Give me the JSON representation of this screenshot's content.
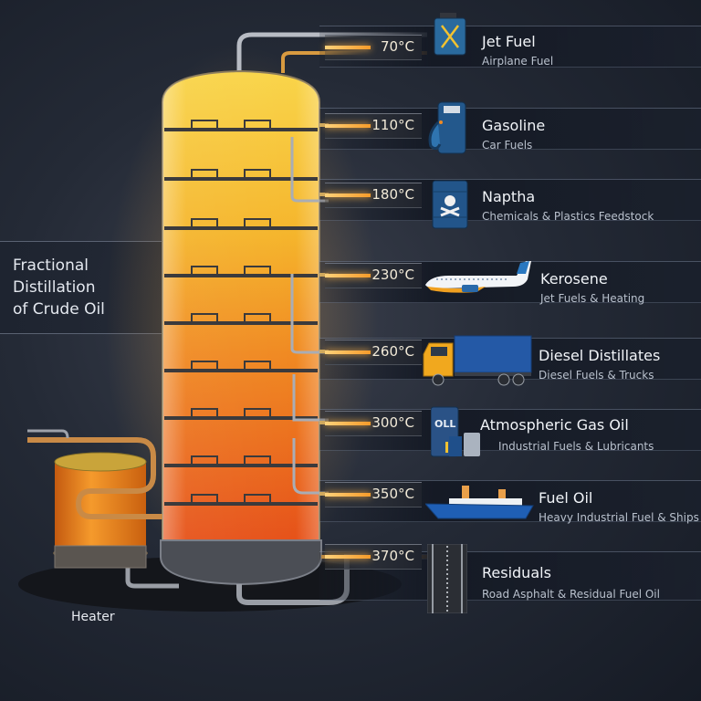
{
  "title": {
    "lines": [
      "Fractional",
      "Distillation",
      "of Crude Oil"
    ]
  },
  "heater": {
    "label": "Heater"
  },
  "fractions": [
    {
      "temperature": "70°C",
      "name": "Jet Fuel",
      "description": "Airplane Fuel",
      "icon": "jerry-can-icon"
    },
    {
      "temperature": "110°C",
      "name": "Gasoline",
      "description": "Car Fuels",
      "icon": "fuel-pump-icon"
    },
    {
      "temperature": "180°C",
      "name": "Naptha",
      "description": "Chemicals & Plastics Feedstock",
      "icon": "toxic-barrel-icon"
    },
    {
      "temperature": "230°C",
      "name": "Kerosene",
      "description": "Jet Fuels & Heating",
      "icon": "airplane-icon"
    },
    {
      "temperature": "260°C",
      "name": "Diesel Distillates",
      "description": "Diesel Fuels & Trucks",
      "icon": "truck-icon"
    },
    {
      "temperature": "300°C",
      "name": "Atmospheric Gas Oil",
      "description": "Industrial Fuels & Lubricants",
      "icon": "oil-barrels-icon",
      "icon_label": "OLL"
    },
    {
      "temperature": "350°C",
      "name": "Fuel Oil",
      "description": "Heavy Industrial Fuel & Ships",
      "icon": "ship-icon"
    },
    {
      "temperature": "370°C",
      "name": "Residuals",
      "description": "Road Asphalt & Residual Fuel Oil",
      "icon": "road-icon"
    }
  ],
  "colors": {
    "column_top": "#f7c93a",
    "column_bottom": "#e8541a",
    "accent_glow": "#ffb347",
    "icon_blue": "#1f4f82",
    "background": "#1e2430"
  }
}
